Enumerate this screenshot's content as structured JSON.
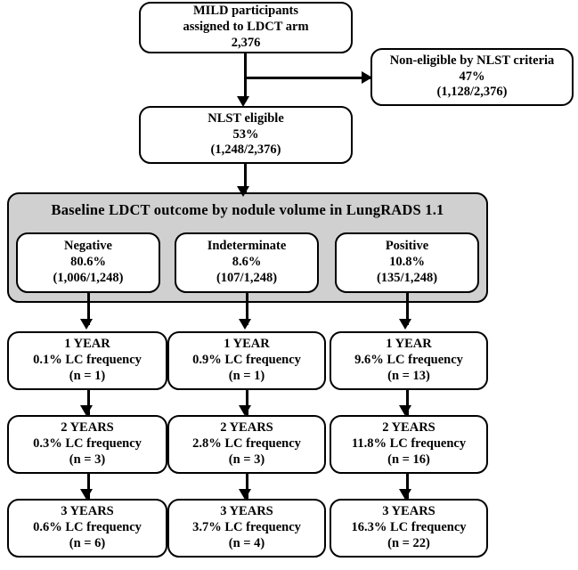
{
  "figure": {
    "type": "flowchart",
    "orientation": "top-down"
  },
  "nodes": {
    "cohort": {
      "line1": "MILD participants",
      "line2": "assigned to LDCT arm",
      "line3": "2,376"
    },
    "non_eligible": {
      "line1": "Non-eligible by NLST criteria",
      "line2": "47%",
      "line3": "(1,128/2,376)"
    },
    "eligible": {
      "line1": "NLST eligible",
      "line2": "53%",
      "line3": "(1,248/2,376)"
    }
  },
  "panel": {
    "title": "Baseline LDCT outcome by nodule volume in LungRADS 1.1",
    "background_color": "#d0d0d0",
    "outcomes": [
      {
        "label": "Negative",
        "percent": "80.6%",
        "fraction": "(1,006/1,248)"
      },
      {
        "label": "Indeterminate",
        "percent": "8.6%",
        "fraction": "(107/1,248)"
      },
      {
        "label": "Positive",
        "percent": "10.8%",
        "fraction": "(135/1,248)"
      }
    ]
  },
  "followup": {
    "columns": [
      {
        "outcome": "Negative",
        "rows": [
          {
            "period": "1 YEAR",
            "frequency": "0.1% LC frequency",
            "count": "(n = 1)"
          },
          {
            "period": "2 YEARS",
            "frequency": "0.3% LC frequency",
            "count": "(n = 3)"
          },
          {
            "period": "3 YEARS",
            "frequency": "0.6% LC frequency",
            "count": "(n = 6)"
          }
        ]
      },
      {
        "outcome": "Indeterminate",
        "rows": [
          {
            "period": "1 YEAR",
            "frequency": "0.9% LC frequency",
            "count": "(n = 1)"
          },
          {
            "period": "2 YEARS",
            "frequency": "2.8%  LC frequency",
            "count": "(n = 3)"
          },
          {
            "period": "3 YEARS",
            "frequency": "3.7%  LC frequency",
            "count": "(n = 4)"
          }
        ]
      },
      {
        "outcome": "Positive",
        "rows": [
          {
            "period": "1 YEAR",
            "frequency": "9.6%  LC frequency",
            "count": "(n = 13)"
          },
          {
            "period": "2 YEARS",
            "frequency": "11.8% LC frequency",
            "count": "(n = 16)"
          },
          {
            "period": "3 YEARS",
            "frequency": "16.3%  LC frequency",
            "count": "(n = 22)"
          }
        ]
      }
    ]
  }
}
